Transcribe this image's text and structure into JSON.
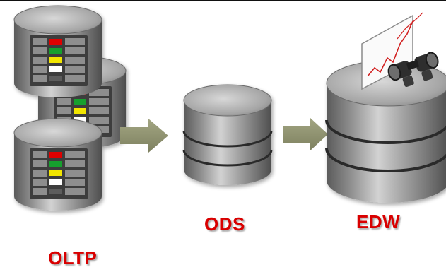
{
  "labels": {
    "oltp": "OLTP",
    "ods": "ODS",
    "edw": "EDW"
  },
  "colors": {
    "label_red": "#d90000",
    "arrow_olive": "#8f9270",
    "led_red": "#e00000",
    "led_green": "#14a02d",
    "led_yellow": "#f2e600",
    "led_white": "#ffffff"
  },
  "icons": {
    "oltp_servers": "server-database-stack-icon",
    "ods": "database-cylinder-icon",
    "edw": "database-cylinder-icon",
    "analytics": "line-chart-icon",
    "binoculars": "binoculars-icon",
    "arrows": "right-arrow-icon"
  }
}
